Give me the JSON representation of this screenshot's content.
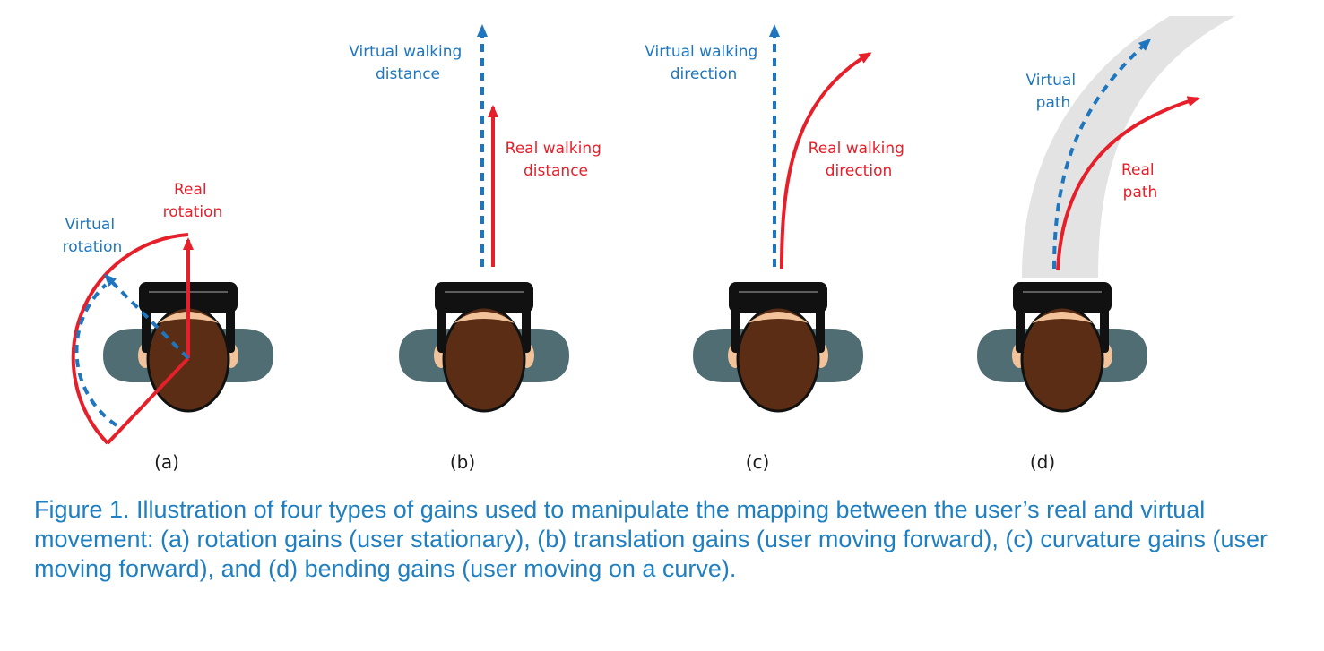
{
  "colors": {
    "real": "#e5202a",
    "virtual": "#1f76be",
    "caption": "#1f7fc0",
    "shoulders": "#4f6d73",
    "hair": "#5a2d14",
    "skin": "#f2c39a",
    "headset": "#111111",
    "path_band": "#e3e3e3"
  },
  "panels": [
    {
      "id": "a",
      "label": "(a)",
      "virtual_text": [
        "Virtual",
        "rotation"
      ],
      "real_text": [
        "Real",
        "rotation"
      ]
    },
    {
      "id": "b",
      "label": "(b)",
      "virtual_text": [
        "Virtual walking",
        "distance"
      ],
      "real_text": [
        "Real walking",
        "distance"
      ]
    },
    {
      "id": "c",
      "label": "(c)",
      "virtual_text": [
        "Virtual walking",
        "direction"
      ],
      "real_text": [
        "Real walking",
        "direction"
      ]
    },
    {
      "id": "d",
      "label": "(d)",
      "virtual_text": [
        "Virtual",
        "path"
      ],
      "real_text": [
        "Real",
        "path"
      ]
    }
  ],
  "caption": "Figure 1. Illustration of four types of gains used to manipulate the mapping between the user’s real and virtual movement: (a) rotation gains (user stationary), (b) translation gains (user moving forward), (c) curvature gains (user moving forward), and (d) bending gains (user moving on a curve)."
}
